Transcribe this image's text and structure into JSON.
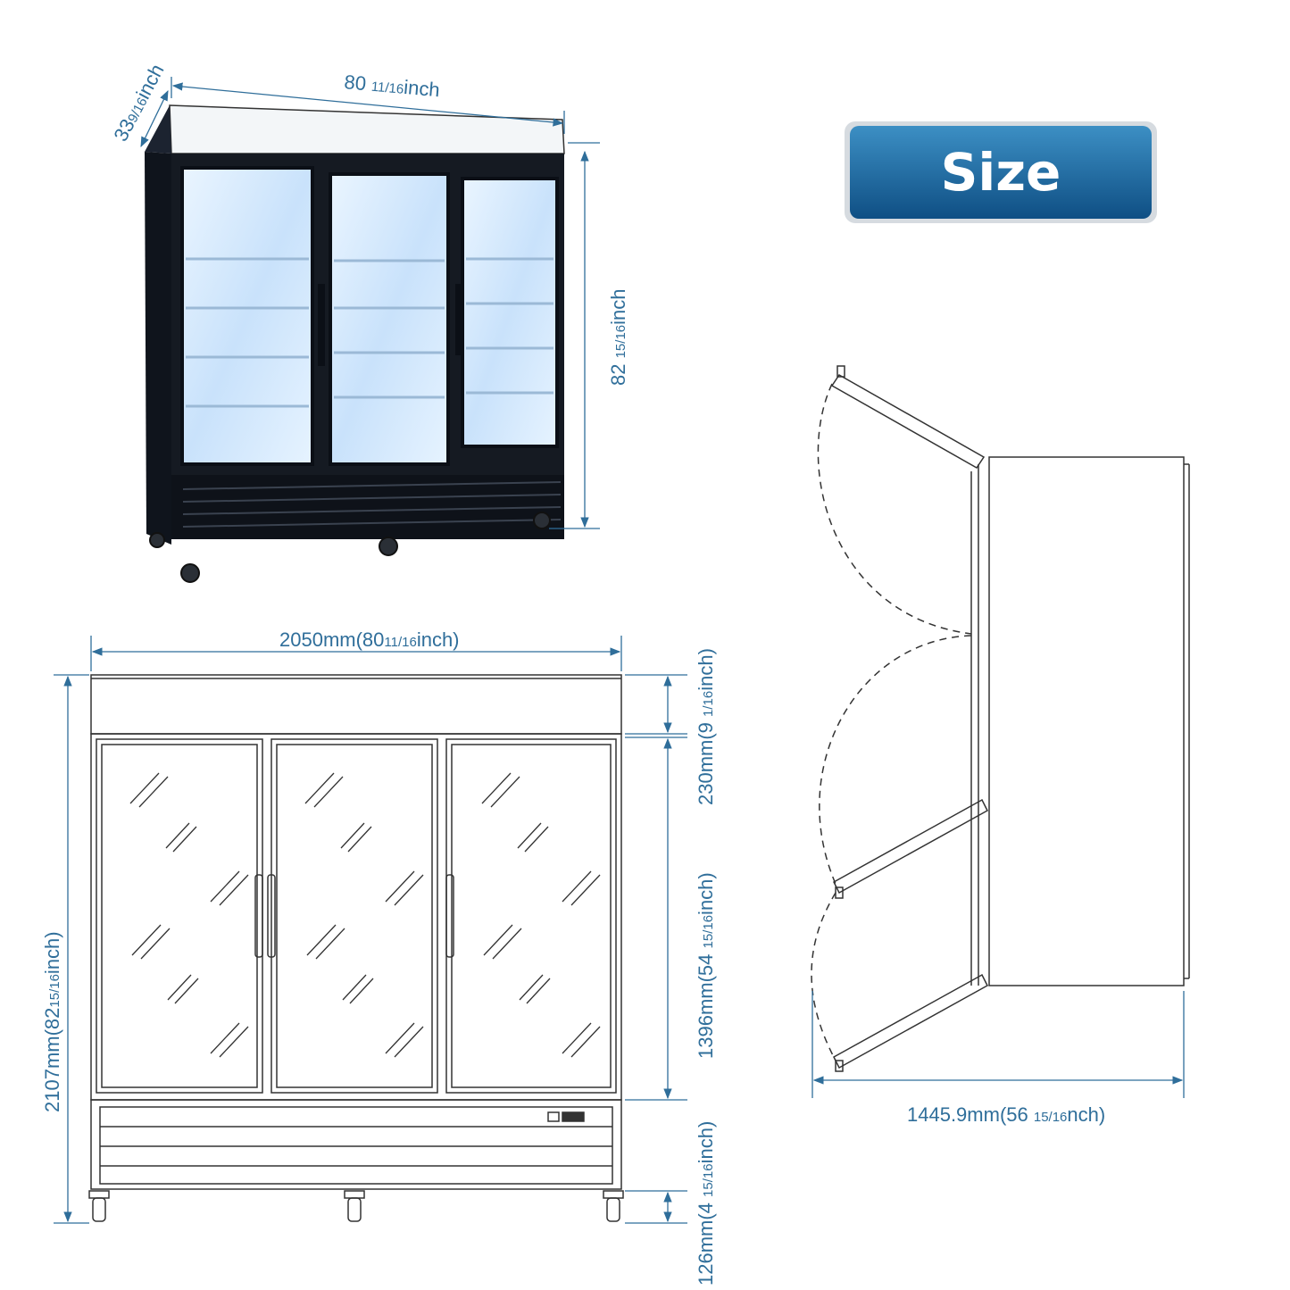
{
  "badge": {
    "label": "Size",
    "color_top": "#3c8fc4",
    "color_bottom": "#0f4f84"
  },
  "colors": {
    "dimension_line": "#2f6e9a",
    "drawing_line": "#333333",
    "fridge_body": "#151a22",
    "fridge_glass": "#d9ecff"
  },
  "photo_dims": {
    "width": {
      "whole": "80 ",
      "fraction": "11/16",
      "unit": "inch"
    },
    "depth": {
      "whole": "33",
      "fraction": "9/16",
      "unit": "inch"
    },
    "height": {
      "whole": "82 ",
      "fraction": "15/16",
      "unit": "inch"
    }
  },
  "front_dims": {
    "width": {
      "main": "2050mm(80",
      "fraction": "11/16",
      "unit": "inch)"
    },
    "total_height": {
      "main": "2107mm(82",
      "fraction": "15/16",
      "unit": "inch)"
    },
    "header_height": {
      "main": "230mm(9 ",
      "fraction": "1/16",
      "unit": "inch)"
    },
    "door_height": {
      "main": "1396mm(54 ",
      "fraction": "15/16",
      "unit": "inch)"
    },
    "base_height": {
      "main": "126mm(4 ",
      "fraction": "15/16",
      "unit": "inch)"
    }
  },
  "top_dims": {
    "depth_open": {
      "main": "1445.9mm(56 ",
      "fraction": "15/16",
      "unit": "nch)"
    }
  },
  "front_view": {
    "door_count": 3
  },
  "icons": {
    "glass_reflection": "glass-hatch-icon",
    "caster": "caster-wheel-icon",
    "control_panel": "control-panel-icon"
  }
}
